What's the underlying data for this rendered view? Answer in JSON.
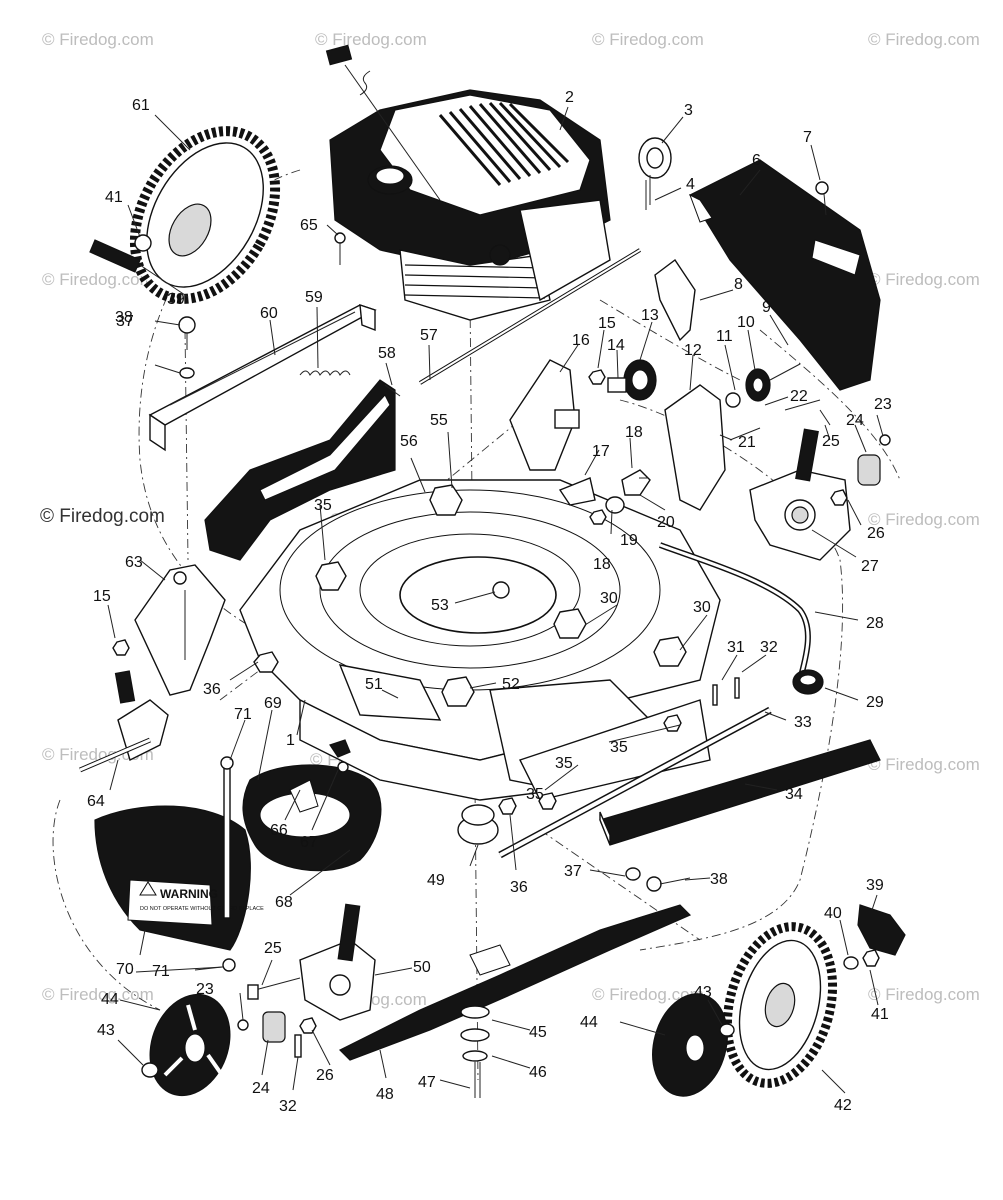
{
  "watermarks": {
    "text": "© Firedog.com",
    "main_text": "© Firedog.com"
  },
  "callouts": [
    "1",
    "2",
    "3",
    "4",
    "6",
    "7",
    "8",
    "9",
    "10",
    "11",
    "12",
    "13",
    "14",
    "15",
    "15",
    "16",
    "17",
    "18",
    "18",
    "19",
    "20",
    "21",
    "22",
    "23",
    "23",
    "24",
    "24",
    "25",
    "25",
    "26",
    "26",
    "27",
    "28",
    "29",
    "30",
    "30",
    "31",
    "32",
    "32",
    "33",
    "34",
    "35",
    "35",
    "35",
    "35",
    "36",
    "36",
    "37",
    "37",
    "38",
    "38",
    "39",
    "39",
    "40",
    "41",
    "41",
    "42",
    "43",
    "43",
    "44",
    "44",
    "45",
    "46",
    "47",
    "48",
    "49",
    "50",
    "51",
    "52",
    "53",
    "55",
    "56",
    "57",
    "58",
    "59",
    "60",
    "61",
    "63",
    "64",
    "65",
    "66",
    "67",
    "68",
    "69",
    "70",
    "71",
    "71"
  ],
  "warning_label": {
    "title": "WARNING",
    "body": "DO NOT OPERATE WITHOUT GUARD IN PLACE"
  }
}
